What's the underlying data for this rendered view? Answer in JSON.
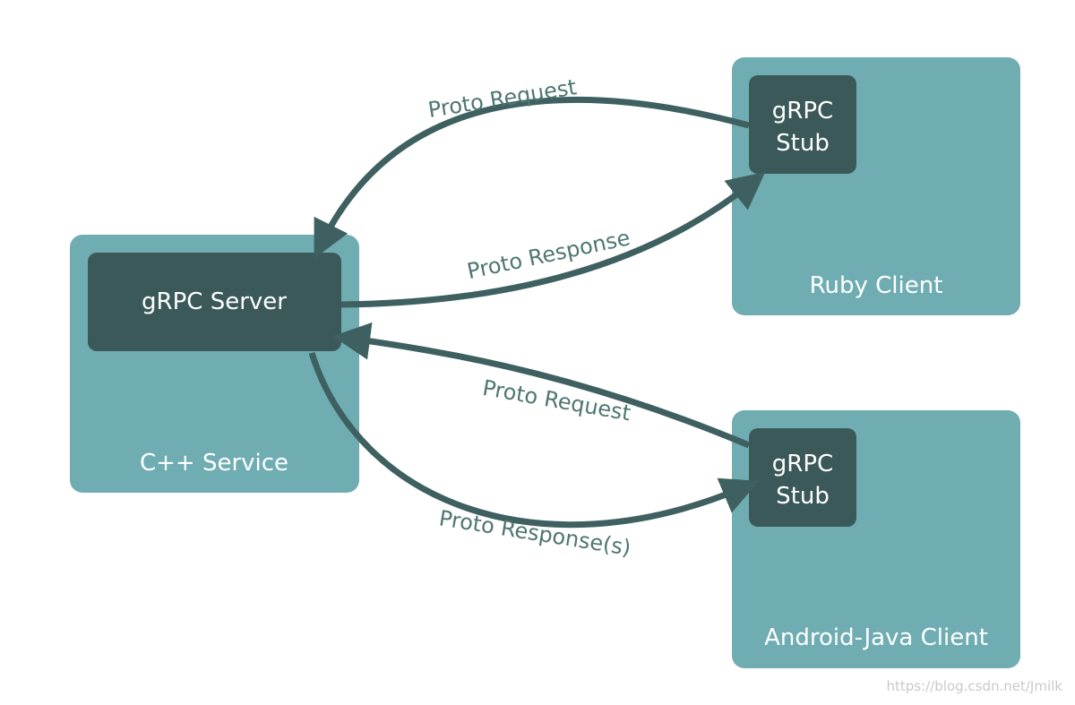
{
  "service": {
    "label": "C++ Service",
    "server_label": "gRPC Server"
  },
  "ruby_client": {
    "label": "Ruby Client",
    "stub_line1": "gRPC",
    "stub_line2": "Stub"
  },
  "android_client": {
    "label": "Android-Java Client",
    "stub_line1": "gRPC",
    "stub_line2": "Stub"
  },
  "arrows": {
    "ruby_request": "Proto Request",
    "ruby_response": "Proto Response",
    "android_request": "Proto Request",
    "android_response": "Proto Response(s)"
  },
  "watermark": "https://blog.csdn.net/Jmilk",
  "colors": {
    "container": "#6fadb3",
    "inner_box": "#3b5959",
    "arrow": "#3f6060",
    "arrow_text": "#4e7673"
  }
}
